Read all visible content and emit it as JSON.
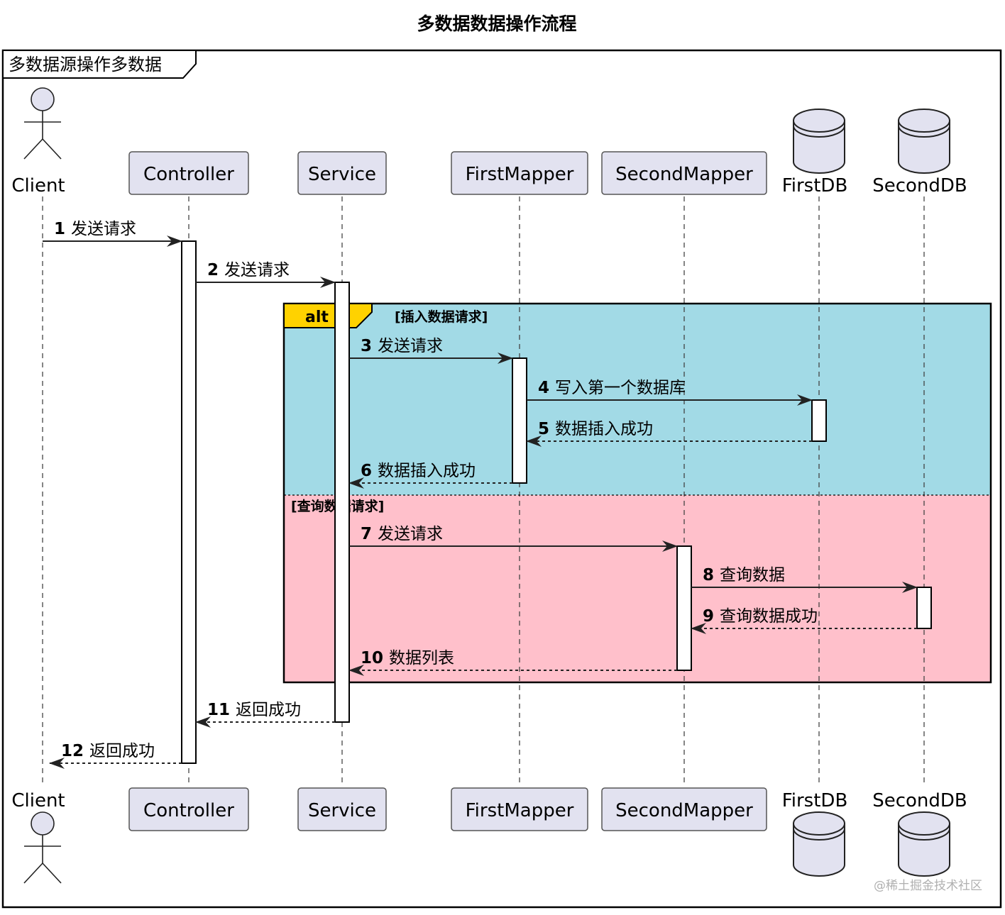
{
  "title": "多数据数据操作流程",
  "frame_label": "多数据源操作多数据",
  "participants": [
    {
      "id": "client",
      "label": "Client",
      "kind": "actor"
    },
    {
      "id": "controller",
      "label": "Controller",
      "kind": "box"
    },
    {
      "id": "service",
      "label": "Service",
      "kind": "box"
    },
    {
      "id": "first_mapper",
      "label": "FirstMapper",
      "kind": "box"
    },
    {
      "id": "second_mapper",
      "label": "SecondMapper",
      "kind": "box"
    },
    {
      "id": "first_db",
      "label": "FirstDB",
      "kind": "database"
    },
    {
      "id": "second_db",
      "label": "SecondDB",
      "kind": "database"
    }
  ],
  "alt": {
    "keyword": "alt",
    "branches": [
      {
        "guard": "[插入数据请求]",
        "color": "#a2dae6"
      },
      {
        "guard": "[查询数据请求]",
        "color": "#ffc0cb"
      }
    ]
  },
  "messages": [
    {
      "num": "1",
      "text": "发送请求",
      "from": "client",
      "to": "controller",
      "style": "sync"
    },
    {
      "num": "2",
      "text": "发送请求",
      "from": "controller",
      "to": "service",
      "style": "sync"
    },
    {
      "num": "3",
      "text": "发送请求",
      "from": "service",
      "to": "first_mapper",
      "style": "sync"
    },
    {
      "num": "4",
      "text": "写入第一个数据库",
      "from": "first_mapper",
      "to": "first_db",
      "style": "sync"
    },
    {
      "num": "5",
      "text": "数据插入成功",
      "from": "first_db",
      "to": "first_mapper",
      "style": "return"
    },
    {
      "num": "6",
      "text": "数据插入成功",
      "from": "first_mapper",
      "to": "service",
      "style": "return"
    },
    {
      "num": "7",
      "text": "发送请求",
      "from": "service",
      "to": "second_mapper",
      "style": "sync"
    },
    {
      "num": "8",
      "text": "查询数据",
      "from": "second_mapper",
      "to": "second_db",
      "style": "sync"
    },
    {
      "num": "9",
      "text": "查询数据成功",
      "from": "second_db",
      "to": "second_mapper",
      "style": "return"
    },
    {
      "num": "10",
      "text": "数据列表",
      "from": "second_mapper",
      "to": "service",
      "style": "return"
    },
    {
      "num": "11",
      "text": "返回成功",
      "from": "service",
      "to": "controller",
      "style": "return"
    },
    {
      "num": "12",
      "text": "返回成功",
      "from": "controller",
      "to": "client",
      "style": "return"
    }
  ],
  "watermark": "@稀土掘金技术社区",
  "colors": {
    "participant_fill": "#e2e2f0",
    "alt_tab": "#ffd200"
  }
}
